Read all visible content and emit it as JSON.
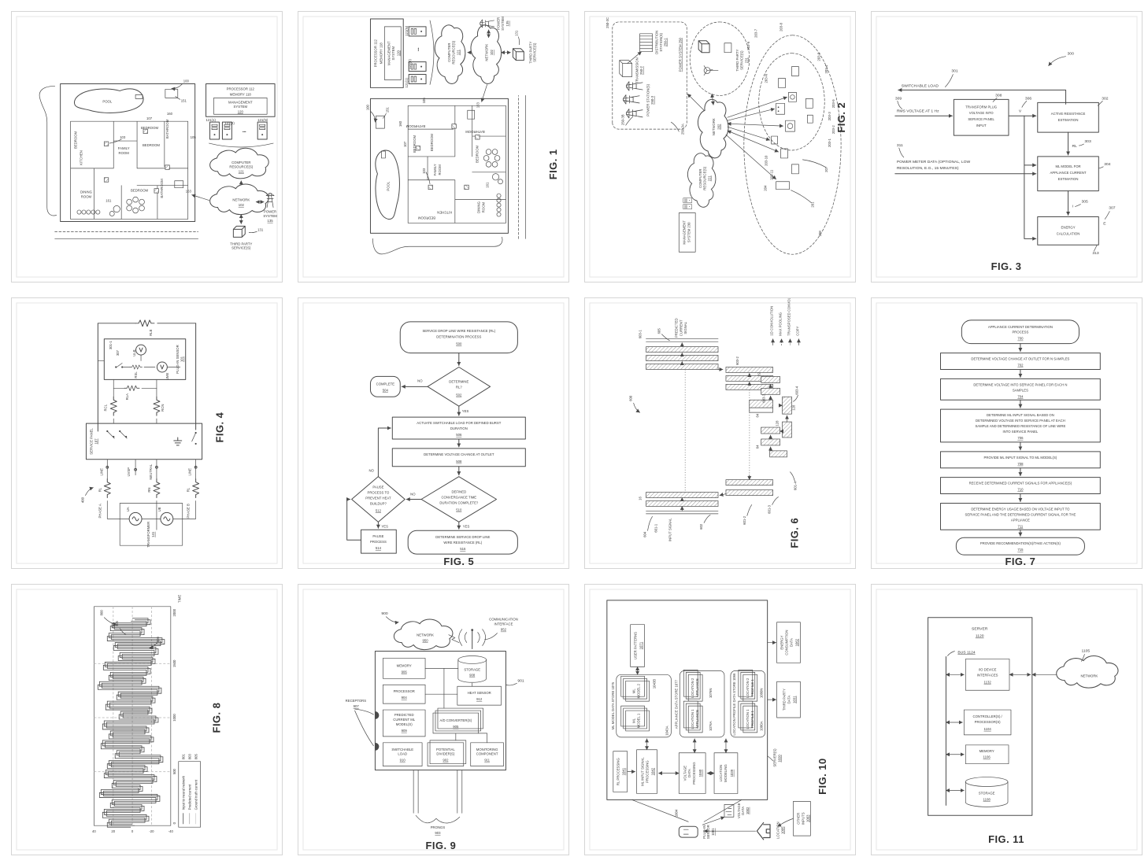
{
  "house": {
    "pool": "POOL",
    "bedroom": "BEDROOM",
    "bathroom": "BATHROOM",
    "kitchen": "KITCHEN",
    "family1": "FAMILY",
    "family2": "ROOM",
    "dining1": "DINING",
    "dining2": "ROOM",
    "proc": "PROCESSOR 112",
    "mem": "MEMORY 118",
    "mgmt1": "MANAGEMENT",
    "mgmt2": "SYSTEM",
    "mgmt3": "120",
    "s1": "121(1)",
    "s2": "121(2)",
    "sn": "121(N)",
    "dots": "•••",
    "cr1": "COMPUTER",
    "cr2": "RESOURCE(S)",
    "cr3": "121",
    "nw1": "NETWORK",
    "nw2": "102",
    "ps1": "POWER",
    "ps2": "SYSTEM",
    "ps3": "135",
    "tp1": "THIRD PARTY",
    "tp2": "SERVICE(S)",
    "tp3": "131",
    "r100": "100",
    "r151": "151",
    "r160": "160",
    "r103": "103",
    "r107": "107",
    "r163": "163",
    "r161": "161",
    "r105": "105"
  },
  "fig1_label": "FIG. 1",
  "fig2": {
    "c": "250-3C",
    "b": "250-3B",
    "a": "250-3A",
    "ps1": "POWER STATION(S)",
    "ps2": "250-3",
    "tr1": "TRANSMISSION",
    "tr2": "250-2",
    "d1": "DISTRIBUTION",
    "d2": "STATION(S)",
    "d3": "250-1",
    "sys": "POWER SYSTEM 250",
    "mg1": "MANAGEMENT",
    "mg2": "SYSTEM 230",
    "cr1": "COMPUTER",
    "cr2": "RESOURCE(S)",
    "cr3": "221",
    "nw1": "NETWORK",
    "nw2": "202",
    "tp1": "THIRD PARTY",
    "tp2": "SERVICE(S)",
    "tp3": "231",
    "a0": "201",
    "a1": "204",
    "a2": "207",
    "a3": "208",
    "a4": "203-1",
    "a5": "203-2",
    "a6": "203-3",
    "a7": "203-4",
    "a8": "203-5",
    "a9": "203-6",
    "a10": "203-7",
    "a11": "203-8",
    "a12": "203-9",
    "a13": "203-10",
    "a14": "203-11",
    "a15": "203-N",
    "label": "FIG. 2"
  },
  "fig3": {
    "t300": "300",
    "t301": "301",
    "swl": "SWITCHABLE LOAD",
    "t309": "309",
    "rms": "RMS VOLTAGE AT 1 Hz",
    "b1l1": "TRANSFORM PLUG",
    "b1l2": "VOLTAGE INTO",
    "b1l3": "SERVICE PANEL",
    "b1l4": "INPUT",
    "t308": "308",
    "v": "V",
    "t306": "306",
    "b2l1": "ACTIVE RESISTANCE",
    "b2l2": "ESTIMATION",
    "t302": "302",
    "rl": "RL",
    "t303": "303",
    "t311": "311",
    "pm1": "POWER METER DATA (OPTIONAL, LOW",
    "pm2": "RESOLUTION, E.G., 15 MINUTES)",
    "b3l1": "ML MODEL FOR",
    "b3l2": "APPLIANCE CURRENT",
    "b3l3": "ESTIMATION",
    "t304": "304",
    "i": "I",
    "t305": "305",
    "b4l1": "ENERGY",
    "b4l2": "CALCULATION",
    "e": "E",
    "t307": "307",
    "t313": "313",
    "label": "FIG. 3"
  },
  "fig4": {
    "t400": "400",
    "rlb": "RLB",
    "t3011": "301-1",
    "t307": "307",
    "ulb": "ULB",
    "ume": "UME",
    "rsl": "RSL",
    "pis1": "PLUG-IN SENSOR",
    "pis2": "101",
    "rla": "RLA",
    "rcl": "RCL",
    "rcn": "RCN",
    "sp1": "SERVICE PANEL",
    "sp2": "107",
    "line": "LINE",
    "uvsp": "UVSP",
    "neutral": "NEUTRAL",
    "rl": "RL",
    "rn": "RN",
    "phA": "PHASE A",
    "phB": "PHASE B",
    "ua": "UA",
    "ub": "UB",
    "tf1": "TRANSFORMER",
    "tf2": "141",
    "label": "FIG. 4"
  },
  "fig5": {
    "s1l1": "SERVICE DROP LINE WIRE RESISTANCE (RL)",
    "s1l2": "DETERMINATION PROCESS",
    "s1n": "500",
    "d1l1": "DETERMINE",
    "d1l2": "RL?",
    "d1n": "502",
    "no": "NO",
    "yes": "YES",
    "c1": "COMPLETE",
    "c1n": "504",
    "b1l1": "ACTUATE SWITCHABLE LOAD FOR DEFINED BURST",
    "b1l2": "DURATION",
    "b1n": "506",
    "b2l1": "DETERMINE VOLTAGE CHANGE AT OUTLET",
    "b2n": "508",
    "d2l1": "DEFINED",
    "d2l2": "CONVERGANCE TIME",
    "d2l3": "DURATION COMPLETE?",
    "d2n": "510",
    "d3l1": "PAUSE",
    "d3l2": "PROCESS TO",
    "d3l3": "PREVENT HEAT",
    "d3l4": "BUILDUP?",
    "d3n": "512",
    "b3l1": "PAUSE",
    "b3l2": "PROCESS",
    "b3n": "514",
    "s2l1": "DETERMINE SERVICE DROP LINE",
    "s2l2": "WIRE RESISTANCE (RL)",
    "s2n": "516",
    "label": "FIG. 5"
  },
  "fig6": {
    "t600": "600",
    "t6011": "601-1",
    "t6012": "601-2",
    "t6013": "601-3",
    "t6014": "601-4",
    "t602": "602",
    "t6031": "603-1",
    "t6032": "603-2",
    "t6033": "603-3",
    "t6034": "603-4",
    "t604": "604",
    "t605": "605",
    "pc1": "PREDICTED",
    "pc2": "CURRENT",
    "pc3": "SIGNAL",
    "inp": "INPUT SIGNAL",
    "lg1": "1D CONVOLUTION",
    "lg2": "MAX POOLING",
    "lg3": "TRANSPOSED CONVOLUTION",
    "lg4": "COPY",
    "n16": "16",
    "n32": "32",
    "n64": "64",
    "n128": "128",
    "label": "FIG. 6"
  },
  "fig7": {
    "s1l1": "APPLIANCE CURRENT DETERMINATION",
    "s1l2": "PROCESS",
    "s1n": "700",
    "b1": "DETERMINE VOLTAGE CHANGE AT OUTLET FOR N SAMPLES",
    "b1n": "702",
    "b2l1": "DETERMINE VOLTAGE INTO SERVICE PANEL FOR EACH N",
    "b2l2": "SAMPLES",
    "b2n": "704",
    "b3l1": "DETERMINE ML INPUT SIGNAL BASED ON",
    "b3l2": "DETERMINED VOLTAGE INTO SERVICE PANEL AT EACH",
    "b3l3": "SAMPLE AND DETERMINED RESISTANCE OF LINE WIRE",
    "b3l4": "INTO SERVICE PANEL",
    "b3n": "706",
    "b4": "PROVIDE ML INPUT SIGNAL TO ML MODEL(S)",
    "b4n": "708",
    "b5": "RECEIVE DETERMINED CURRENT SIGNALS FOR APPLIANCE(S)",
    "b5n": "710",
    "b6l1": "DETERMINE ENERGY USAGE BASED ON VOLTAGE INPUT TO",
    "b6l2": "SERVICE PANEL AND THE DETERMINED CURRENT SIGNAL FOR THE",
    "b6l3": "APPLIANCE",
    "b6n": "711",
    "s2": "PROVIDE RECOMMENDATION(S)/TAKE ACTION(S)",
    "s2n": "715",
    "label": "FIG. 7"
  },
  "fig8": {
    "t800": "800",
    "t805": "805",
    "t806": "806",
    "time": "TIME",
    "xt0": "0",
    "xt1": "500",
    "xt2": "1000",
    "xt3": "1500",
    "xt4": "2000",
    "yt0": "40",
    "yt1": "20",
    "yt2": "0",
    "yt3": "-20",
    "yt4": "-40",
    "lg1": "Input to neural network",
    "lg2": "Predicted current",
    "lg3": "Ground truth current",
    "ln1": "801",
    "ln2": "803",
    "ln3": "805",
    "label": "FIG. 8",
    "chart_data": {
      "type": "line",
      "xlabel": "TIME",
      "ylabel": "",
      "xlim": [
        0,
        2070
      ],
      "ylim": [
        -45,
        45
      ],
      "x_ticks": [
        0,
        500,
        1000,
        1500,
        2000
      ],
      "y_ticks": [
        40,
        20,
        0,
        -20,
        -40
      ],
      "legend": [
        "Input to neural network (801)",
        "Predicted current (803)",
        "Ground truth current (805)"
      ],
      "legend_position": "lower left",
      "grid": true,
      "description": "Three overlapping spiky appliance-current waveforms oscillating about 0 between roughly -40 and +40 across time 0-2070; figure is rotated 90° CCW on the page"
    }
  },
  "fig9": {
    "t900": "900",
    "nw1": "NETWORK",
    "nw2": "950",
    "ci1": "COMMUNICATION",
    "ci2": "INTERFACE",
    "ci3": "952",
    "t901": "901",
    "mem1": "MEMORY",
    "mem2": "906",
    "st1": "STORAGE",
    "st2": "908",
    "pr1": "PROCESSOR",
    "pr2": "904",
    "hs1": "HEAT SENSOR",
    "hs2": "912",
    "ml1": "PREDICTED",
    "ml2": "CURRENT ML",
    "ml3": "MODEL(S)",
    "ml4": "909",
    "ad1": "A/D CONVERTER(S)",
    "ad2": "905",
    "sw1": "SWITCHABLE",
    "sw2": "LOAD",
    "sw3": "910",
    "pd1": "POTENTIAL",
    "pd2": "DIVIDER(S)",
    "pd3": "902",
    "mc1": "MONITORING",
    "mc2": "COMPONENT",
    "mc3": "911",
    "rc1": "RECEPTORS",
    "rc2": "907",
    "pg1": "PRONGS",
    "pg2": "903",
    "label": "FIG. 9"
  },
  "fig10": {
    "rp1": "RL PROCESSING",
    "rp2": "1041",
    "mi1": "ML INPUT SIGNAL",
    "mi2": "PROCESSING",
    "mi3": "1042",
    "mmds": "ML MODEL DATA STORE 1075",
    "m1a": "ML",
    "m1b": "MODEL 1",
    "m2b": "MODEL 2",
    "t1043a": "1043A",
    "t1043b": "1043B",
    "up1": "USER PATTERNS",
    "up2": "1071",
    "ads": "APPLIANCE DATA STORE 1077",
    "l1": "LOCATION 1",
    "l2": "LOCATION 2",
    "ap": "APPLIANCE",
    "t1076a": "1076A",
    "t1076n": "1076N",
    "lpds": "LOCATION PROFILE DATA STORE 1066",
    "pf": "PROFILE 1",
    "t1080a": "1080A",
    "t1080n": "1080N",
    "ec1": "ENERGY",
    "ec2": "CONSUMPTION",
    "ec3": "DATA",
    "ec4": "1062",
    "tp1": "THIRD PARTY",
    "tp2": "DATA",
    "tp3": "1031",
    "vd1": "VOLTAGE",
    "vd2": "DATA",
    "vd3": "PROCESSING",
    "vd4": "1040",
    "lm1": "LOCATION",
    "lm2": "MODELING",
    "lm3": "1039",
    "sv1": "SERVER(S)",
    "sv2": "1020",
    "vdd1": "VOLTAGE",
    "vdd2": "DATA",
    "vdd3": "1002",
    "ps1": "PLUG-IN",
    "ps2": "SENSOR",
    "ps3": "1001",
    "lc1": "LOCATION",
    "lc2": "1005",
    "oi1": "OTHER",
    "oi2": "INPUTS",
    "oi3": "1003",
    "t1004": "1004",
    "label": "FIG. 10"
  },
  "fig11": {
    "sv": "SERVER",
    "svn": "1120",
    "bus": "BUS 1124",
    "io1": "I/O DEVICE",
    "io2": "INTERFACES",
    "io3": "1132",
    "cp1": "CONTROLLER(S) /",
    "cp2": "PROCESSOR(S)",
    "cp3": "1104",
    "me1": "MEMORY",
    "me2": "1106",
    "st1": "STORAGE",
    "st2": "1108",
    "nw": "NETWORK",
    "nwn": "1105",
    "label": "FIG. 11"
  }
}
